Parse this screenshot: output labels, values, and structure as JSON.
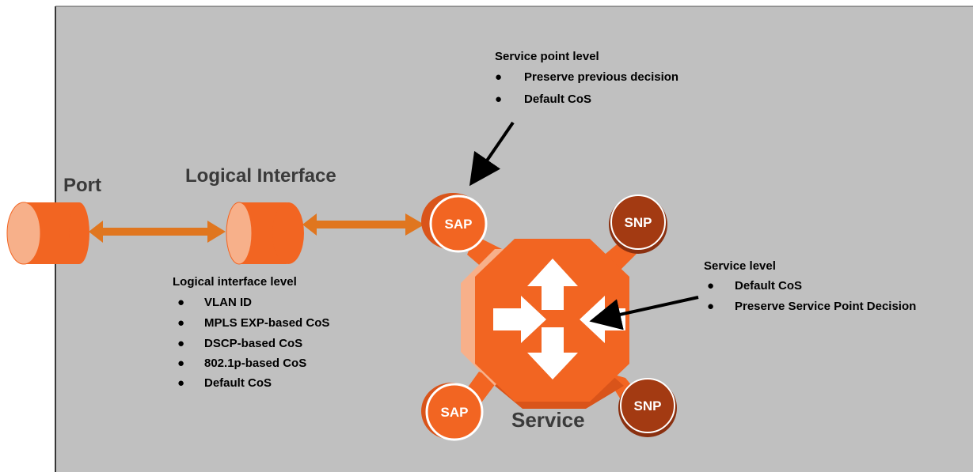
{
  "diagram": {
    "title_port": "Port",
    "title_logical_interface": "Logical Interface",
    "title_service": "Service",
    "nodes": {
      "sap_top": "SAP",
      "snp_top": "SNP",
      "sap_bottom": "SAP",
      "snp_bottom": "SNP"
    },
    "service_point_level": {
      "heading": "Service point level",
      "bullets": [
        "Preserve previous decision",
        "Default CoS"
      ]
    },
    "service_level": {
      "heading": "Service level",
      "bullets": [
        "Default CoS",
        "Preserve Service Point Decision"
      ]
    },
    "logical_interface_level": {
      "heading": "Logical interface level",
      "bullets": [
        "VLAN ID",
        "MPLS EXP-based CoS",
        "DSCP-based CoS",
        "802.1p-based CoS",
        "Default CoS"
      ]
    },
    "bullet_char": "●",
    "colors": {
      "background": "#c0c0c0",
      "orange": "#f26522",
      "orange_light": "#f7b08a",
      "orange_dark": "#d9541a",
      "snp_brown": "#a33a12",
      "arrow_orange": "#e0761f",
      "text_dark": "#3a3a3a"
    }
  }
}
